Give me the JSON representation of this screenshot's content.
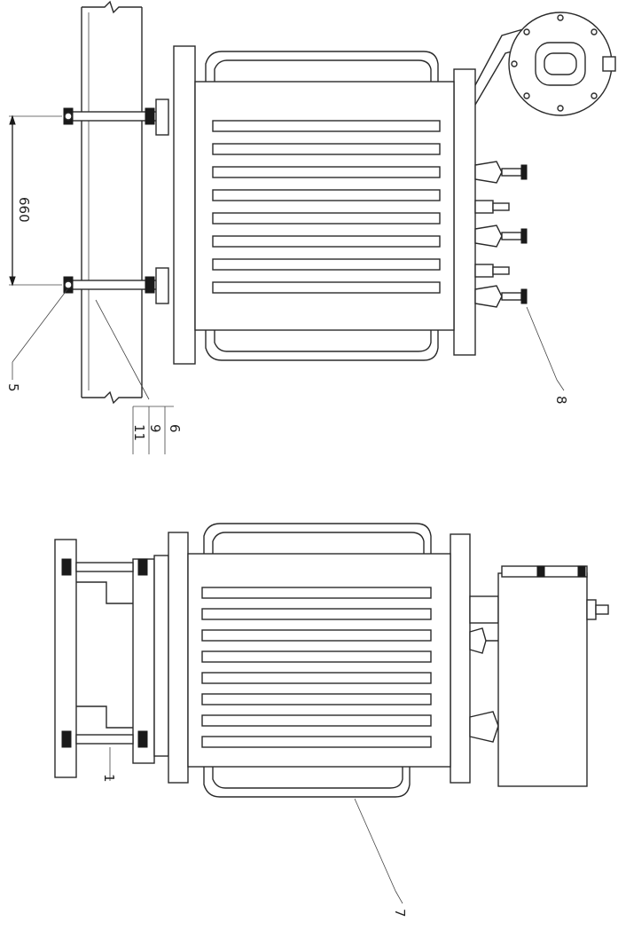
{
  "labels": {
    "dim_660": "660",
    "item_5": "5",
    "item_6": "6",
    "item_8": "8",
    "item_9": "9",
    "item_11": "11",
    "item_1": "1",
    "item_7": "7"
  },
  "colors": {
    "line": "#2a2a2a",
    "background": "#ffffff"
  }
}
